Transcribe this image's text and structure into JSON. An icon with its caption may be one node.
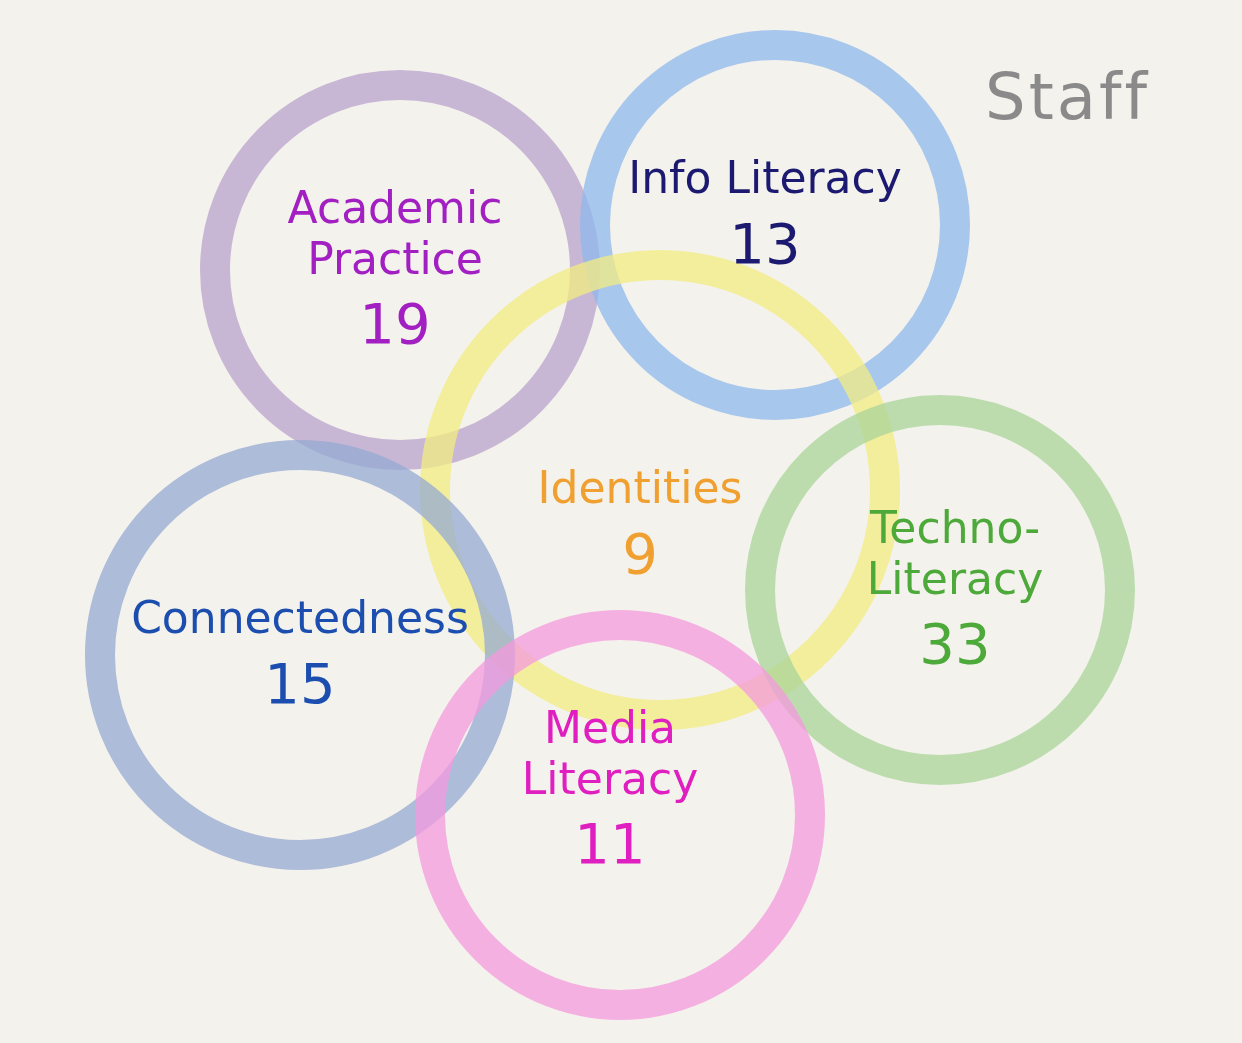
{
  "diagram": {
    "title": "Staff",
    "nodes": [
      {
        "text": [
          "Academic Practice",
          "19"
        ]
      },
      {
        "text": [
          "Info Literacy",
          "13"
        ]
      },
      {
        "text": [
          "Identities",
          "9"
        ]
      },
      {
        "text": [
          "Techno-Literacy",
          "33"
        ]
      },
      {
        "text": [
          "Connectedness",
          "15"
        ]
      },
      {
        "text": [
          "Media Literacy",
          "11"
        ]
      }
    ],
    "edges": []
  }
}
